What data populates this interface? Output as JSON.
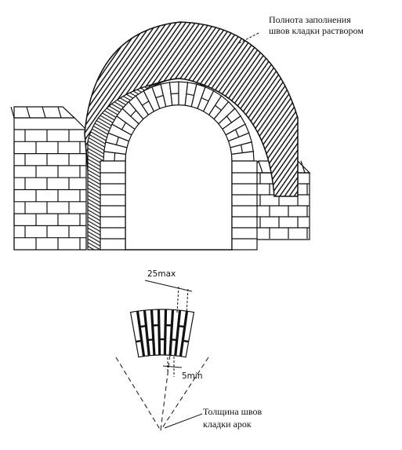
{
  "labels": {
    "mortar_fill_line1": "Полнота заполнения",
    "mortar_fill_line2": "швов кладки раствором",
    "joint_max": "25max",
    "joint_min": "5min",
    "joint_thickness_line1": "Толщина швов",
    "joint_thickness_line2": "кладки арок"
  },
  "colors": {
    "ink": "#111111",
    "paper": "#ffffff",
    "hatch": "#1a1a1a"
  }
}
